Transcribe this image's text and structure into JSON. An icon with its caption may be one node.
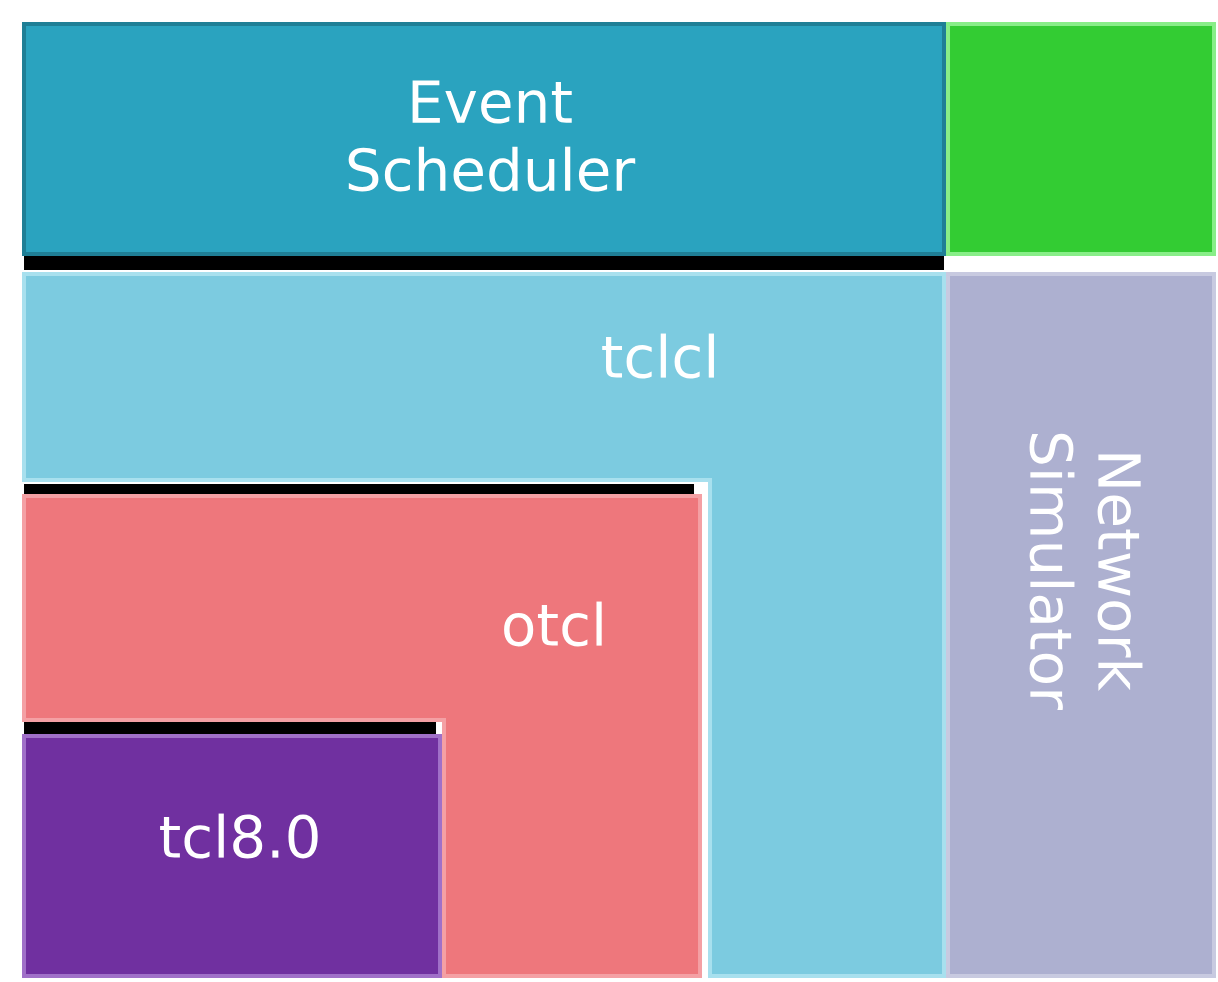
{
  "diagram": {
    "nodes": [
      {
        "text": [
          "Event Scheduler"
        ]
      },
      {
        "text": [],
        "shape": "box"
      },
      {
        "text": [
          "tclcl"
        ]
      },
      {
        "text": [
          "otcl"
        ]
      },
      {
        "text": [
          "tcl8.0"
        ]
      },
      {
        "text": [
          "Network Simulator"
        ]
      }
    ]
  }
}
